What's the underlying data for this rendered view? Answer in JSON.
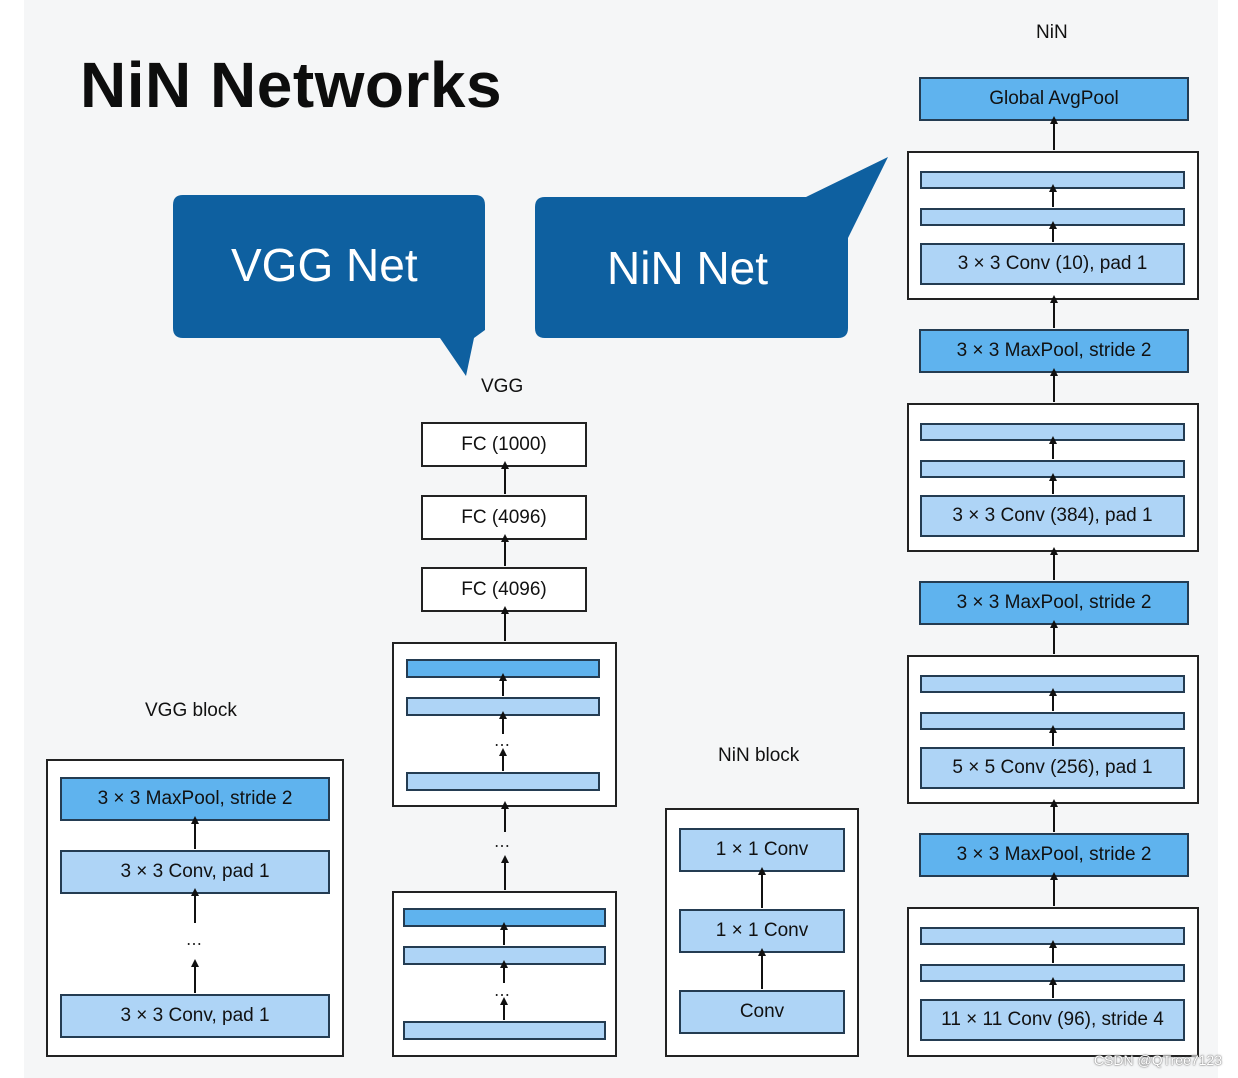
{
  "title": "NiN Networks",
  "callouts": {
    "vgg": "VGG Net",
    "nin": "NiN Net"
  },
  "vgg_block": {
    "title": "VGG block",
    "maxpool": "3 × 3 MaxPool, stride 2",
    "conv_top": "3 × 3 Conv, pad 1",
    "conv_bottom": "3 × 3 Conv, pad 1",
    "ellipsis": "⋯"
  },
  "vgg": {
    "title": "VGG",
    "fc1": "FC (1000)",
    "fc2": "FC (4096)",
    "fc3": "FC (4096)",
    "ellipsis": "⋯"
  },
  "nin_block": {
    "title": "NiN block",
    "conv1": "1 × 1 Conv",
    "conv2": "1 × 1 Conv",
    "conv3": "Conv"
  },
  "nin": {
    "title": "NiN",
    "global_pool": "Global AvgPool",
    "block4_conv": "3 × 3 Conv (10), pad 1",
    "maxpool3": "3 × 3 MaxPool, stride 2",
    "block3_conv": "3 × 3 Conv (384), pad 1",
    "maxpool2": "3 × 3 MaxPool, stride 2",
    "block2_conv": "5 × 5 Conv (256), pad 1",
    "maxpool1": "3 × 3 MaxPool, stride 2",
    "block1_conv": "11 × 11 Conv (96), stride 4"
  },
  "watermark": "CSDN @QTree7123",
  "colors": {
    "callout": "#0e60a0",
    "dark_box": "#5fb3ee",
    "light_box": "#aed4f6",
    "outline": "#243c52"
  }
}
